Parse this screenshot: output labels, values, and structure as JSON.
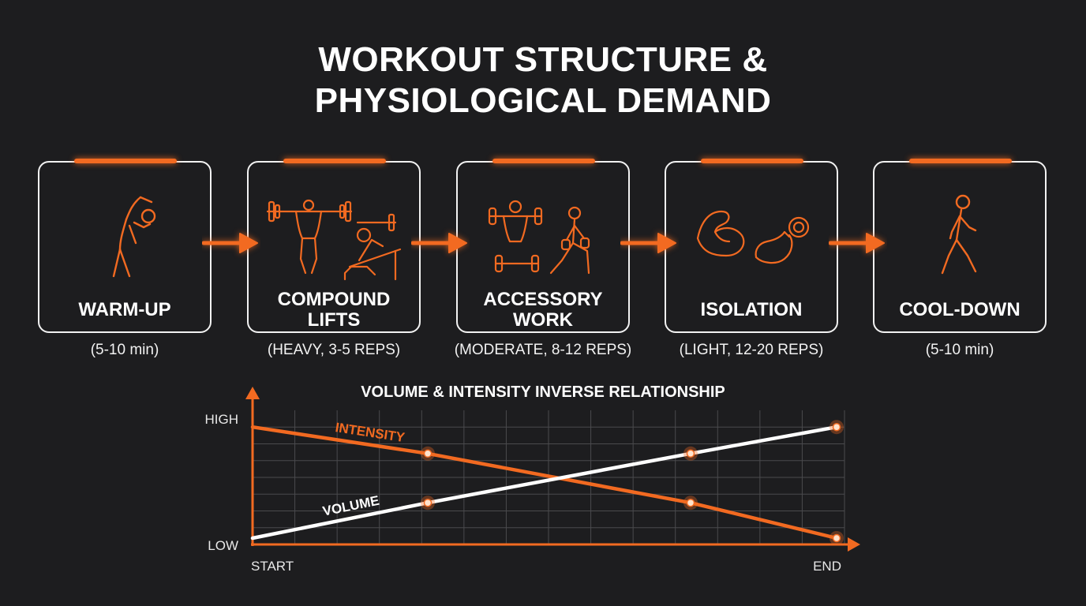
{
  "title": {
    "line1": "WORKOUT STRUCTURE &",
    "line2": "PHYSIOLOGICAL DEMAND"
  },
  "stages": [
    {
      "label_line1": "WARM-UP",
      "label_line2": "",
      "detail": "(5-10 min)",
      "icon": "stretching-figure-icon"
    },
    {
      "label_line1": "COMPOUND",
      "label_line2": "LIFTS",
      "detail": "(HEAVY, 3-5 REPS)",
      "icon": "barbell-squat-bench-icon"
    },
    {
      "label_line1": "ACCESSORY",
      "label_line2": "WORK",
      "detail": "(MODERATE, 8-12 REPS)",
      "icon": "dumbbell-lunge-icon"
    },
    {
      "label_line1": "ISOLATION",
      "label_line2": "",
      "detail": "(LIGHT, 12-20 REPS)",
      "icon": "bicep-curl-icon"
    },
    {
      "label_line1": "COOL-DOWN",
      "label_line2": "",
      "detail": "(5-10 min)",
      "icon": "walking-figure-icon"
    }
  ],
  "colors": {
    "accent": "#f26a21",
    "background": "#1d1d1f",
    "line_white": "#ffffff"
  },
  "chart_data": {
    "type": "line",
    "title": "VOLUME & INTENSITY INVERSE RELATIONSHIP",
    "y_ticks": [
      "LOW",
      "HIGH"
    ],
    "x_ticks": [
      "START",
      "END"
    ],
    "xlim": [
      0,
      1
    ],
    "ylim": [
      0,
      1
    ],
    "grid": true,
    "series": [
      {
        "name": "INTENSITY",
        "color": "#f26a21",
        "x": [
          0,
          0.3,
          0.75,
          1
        ],
        "y": [
          0.93,
          0.72,
          0.33,
          0.05
        ]
      },
      {
        "name": "VOLUME",
        "color": "#ffffff",
        "x": [
          0,
          0.3,
          0.75,
          1
        ],
        "y": [
          0.05,
          0.33,
          0.72,
          0.93
        ]
      }
    ]
  }
}
